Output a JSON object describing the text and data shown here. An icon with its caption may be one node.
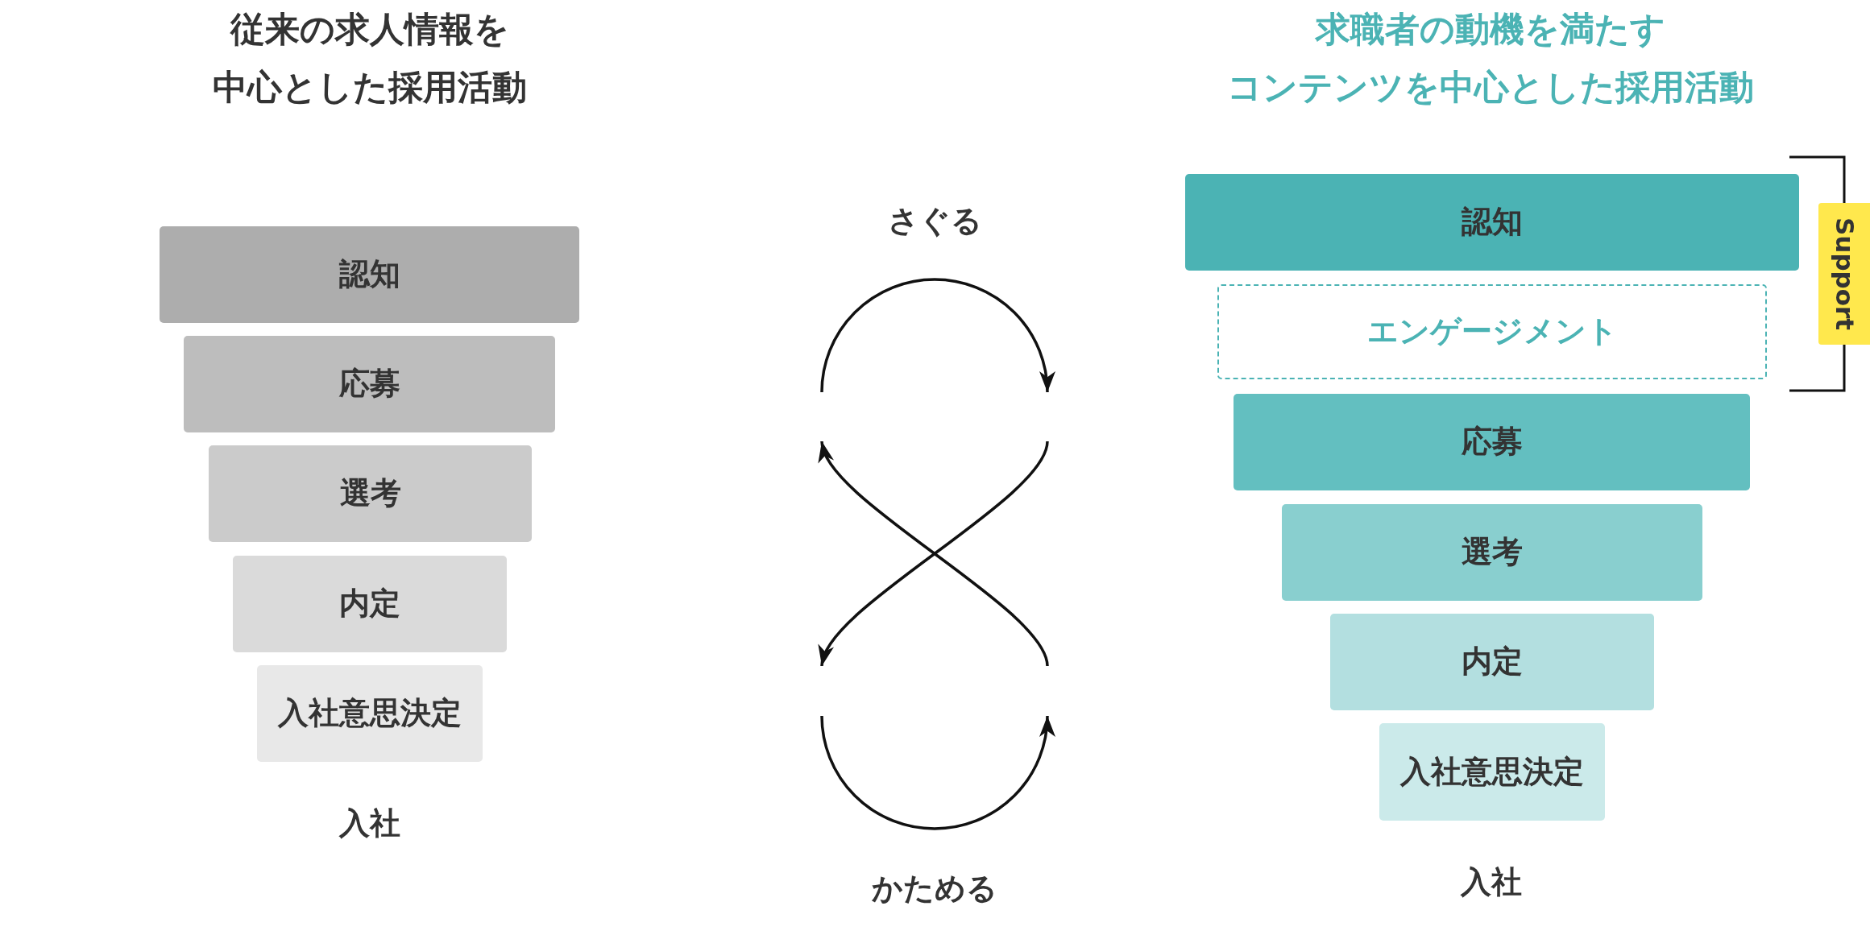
{
  "diagram": {
    "nodes": [
      {
        "text": [
          "認知"
        ]
      },
      {
        "text": [
          "応募"
        ]
      },
      {
        "text": [
          "選考"
        ]
      },
      {
        "text": [
          "内定"
        ]
      },
      {
        "text": [
          "入社意思決定"
        ]
      },
      {
        "text": [
          "認知"
        ]
      },
      {
        "text": [
          "エンゲージメント"
        ]
      },
      {
        "text": [
          "応募"
        ]
      },
      {
        "text": [
          "選考"
        ]
      },
      {
        "text": [
          "内定"
        ]
      },
      {
        "text": [
          "入社意思決定"
        ]
      },
      {
        "text": [
          "Support"
        ]
      }
    ],
    "labels": [
      "従来の求人情報を中心とした採用活動",
      "求職者の動機を満たすコンテンツを中心とした採用活動",
      "さぐる",
      "かためる",
      "入社",
      "入社"
    ]
  }
}
